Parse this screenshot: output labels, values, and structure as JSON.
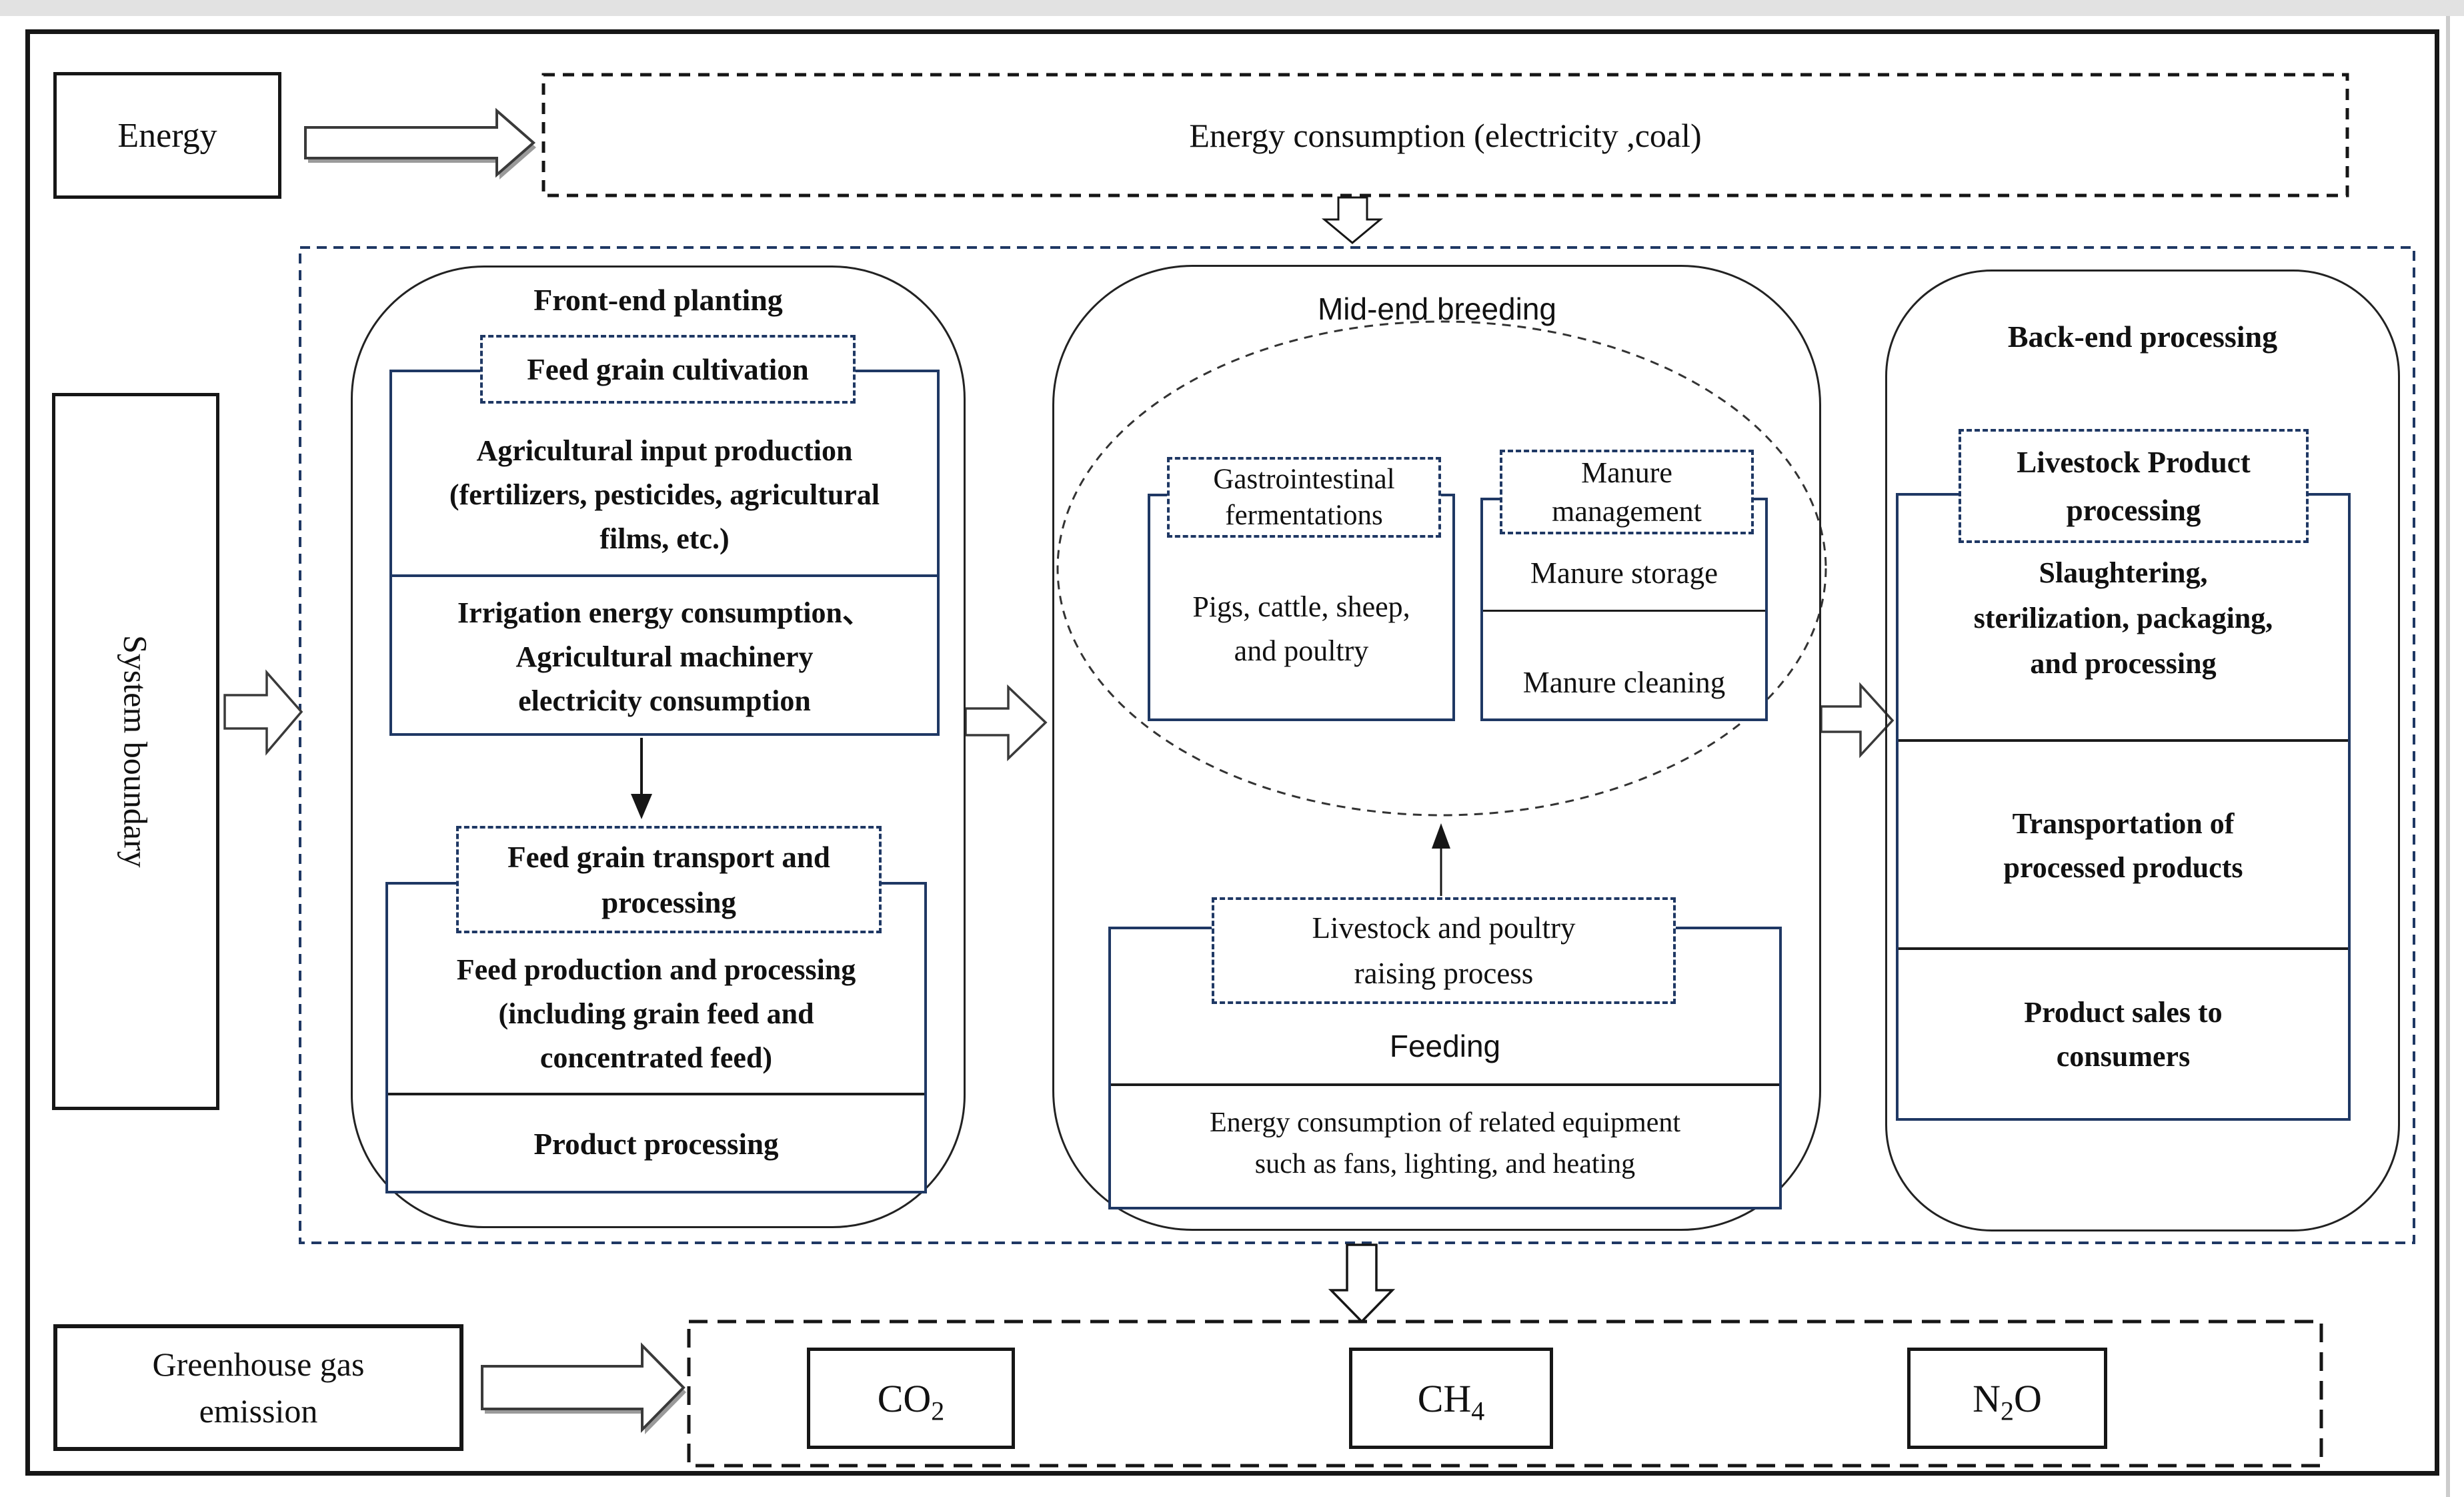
{
  "colors": {
    "navy_dashed": "#1f3864",
    "ink": "#161616",
    "page_edge_gray": "#e2e2e2"
  },
  "energy": {
    "label": "Energy"
  },
  "energy_consumption": {
    "label": "Energy consumption (electricity ,coal)"
  },
  "system_boundary": {
    "label": "System boundary"
  },
  "front_end": {
    "title": "Front-end planting",
    "cultivation_tab": "Feed grain cultivation",
    "agricultural_input": "Agricultural input production\n(fertilizers, pesticides, agricultural\nfilms, etc.)",
    "irrigation": "Irrigation energy consumption、\nAgricultural machinery\nelectricity consumption",
    "transport_tab": "Feed grain transport and\nprocessing",
    "feed_production": "Feed production and processing\n(including grain feed and\nconcentrated feed)",
    "product_processing": "Product processing"
  },
  "mid_end": {
    "title": "Mid-end breeding",
    "gastro_tab": "Gastrointestinal\nfermentations",
    "pigs": "Pigs, cattle, sheep,\nand poultry",
    "manure_tab": "Manure\nmanagement",
    "manure_storage": "Manure storage",
    "manure_cleaning": "Manure cleaning",
    "raising_tab": "Livestock and poultry\nraising process",
    "feeding": "Feeding",
    "equipment": "Energy consumption of related equipment\nsuch as fans, lighting, and heating"
  },
  "back_end": {
    "title": "Back-end processing",
    "processing_tab": "Livestock Product\nprocessing",
    "slaughtering": "Slaughtering,\nsterilization, packaging,\nand processing",
    "transportation": "Transportation of\nprocessed products",
    "sales": "Product sales to\nconsumers"
  },
  "greenhouse": {
    "label": "Greenhouse gas\nemission"
  },
  "gases": {
    "co2": {
      "pre": "CO",
      "sub": "2",
      "post": ""
    },
    "ch4": {
      "pre": "CH",
      "sub": "4",
      "post": ""
    },
    "n2o": {
      "pre": "N",
      "sub": "2",
      "post": "O"
    }
  }
}
